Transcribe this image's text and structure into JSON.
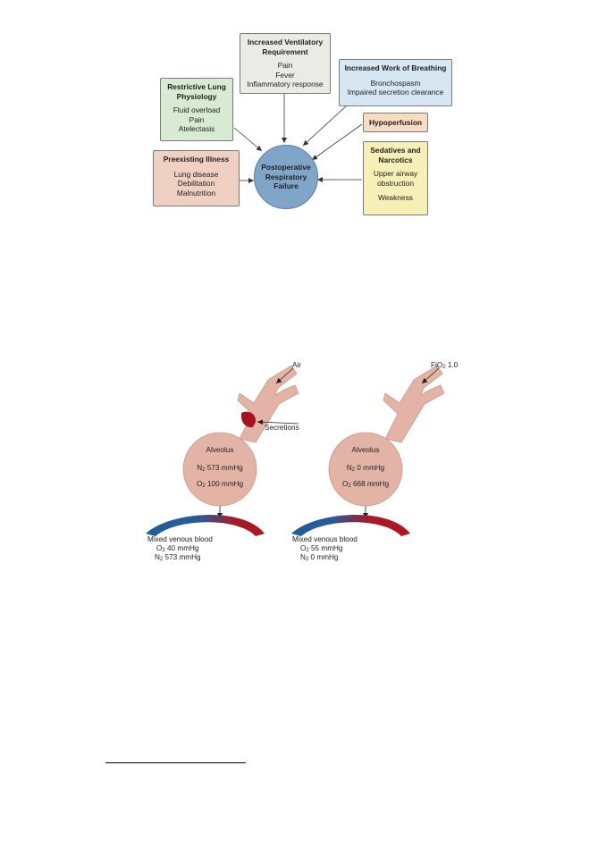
{
  "diagram1": {
    "center": {
      "line1": "Postoperative",
      "line2": "Respiratory",
      "line3": "Failure",
      "color": "#7fa6c9"
    },
    "boxes": {
      "ventilatory": {
        "title1": "Increased Ventilatory",
        "title2": "Requirement",
        "items": [
          "Pain",
          "Fever",
          "Inflammatory response"
        ],
        "color": "#ebebe6"
      },
      "work": {
        "title": "Increased Work of Breathing",
        "items": [
          "Bronchospasm",
          "Impaired secretion clearance"
        ],
        "color": "#d6e6f2"
      },
      "restrictive": {
        "title1": "Restrictive Lung",
        "title2": "Physiology",
        "items": [
          "Fluid overload",
          "Pain",
          "Atelectasis"
        ],
        "color": "#d7ead2"
      },
      "hypoperfusion": {
        "title": "Hypoperfusion",
        "color": "#f6dcc1"
      },
      "preexisting": {
        "title": "Preexisting Illness",
        "items": [
          "Lung disease",
          "Debilitation",
          "Malnutrition"
        ],
        "color": "#f1d0c4"
      },
      "sedatives": {
        "title1": "Sedatives and",
        "title2": "Narcotics",
        "items": [
          "Upper airway",
          "obstruction",
          "Weakness"
        ],
        "color": "#f6f0b6"
      }
    }
  },
  "diagram2": {
    "left": {
      "input": "Air",
      "secretions": "Secretions",
      "alveolus": "Alveolus",
      "n2": {
        "sym": "N",
        "sub": "2",
        "val": " 573 mmHg"
      },
      "o2": {
        "sym": "O",
        "sub": "2",
        "val": " 100 mmHg"
      },
      "blood_title": "Mixed venous blood",
      "blood_o2": {
        "sym": "O",
        "sub": "2",
        "val": " 40 mmHg"
      },
      "blood_n2": {
        "sym": "N",
        "sub": "2",
        "val": " 573 mmHg"
      }
    },
    "right": {
      "input": {
        "sym": "FiO",
        "sub": "2",
        "val": " 1.0"
      },
      "alveolus": "Alveolus",
      "n2": {
        "sym": "N",
        "sub": "2",
        "val": " 0 mmHg"
      },
      "o2": {
        "sym": "O",
        "sub": "2",
        "val": " 668 mmHg"
      },
      "blood_title": "Mixed venous blood",
      "blood_o2": {
        "sym": "O",
        "sub": "2",
        "val": " 55 mmHg"
      },
      "blood_n2": {
        "sym": "N",
        "sub": "2",
        "val": " 0 mmHg"
      }
    },
    "colors": {
      "airway": "#e3b4a6",
      "secretion": "#a8121f",
      "venous": "#1f5e9c",
      "arterial": "#b3151f"
    }
  }
}
